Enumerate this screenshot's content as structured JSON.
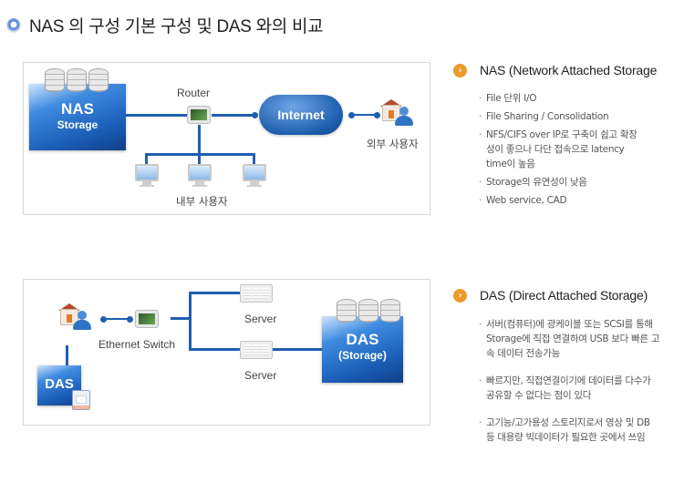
{
  "page": {
    "title": "NAS 의 구성 기본 구성 및 DAS 와의 비교"
  },
  "nas_diagram": {
    "storage_main": "NAS",
    "storage_sub": "Storage",
    "router_label": "Router",
    "cloud_label": "Internet",
    "external_users_label": "외부 사용자",
    "internal_users_label": "내부 사용자",
    "line_color": "#1f5fb0"
  },
  "das_diagram": {
    "switch_label": "Ethernet Switch",
    "server_top_label": "Server",
    "server_bottom_label": "Server",
    "client_das_label": "DAS",
    "storage_main": "DAS",
    "storage_sub": "(Storage)"
  },
  "nas_info": {
    "heading": "NAS (Network Attached Storage",
    "items": [
      "File 단위 I/O",
      "File Sharing / Consolidation",
      "NFS/CIFS over IP로 구축이 쉽고 확장성이 좋으나 다단 접속으로 latency time이 높음",
      "Storage의 유연성이 낮음",
      "Web service, CAD"
    ]
  },
  "das_info": {
    "heading": "DAS (Direct Attached Storage)",
    "items": [
      "서버(컴퓨터)에 광케이블 또는 SCSI를 통해 Storage에 직접 연결하여 USB 보다 빠른 고속 데이터 전송가능",
      "빠르지만, 직접연결이기에 데이터를 다수가 공유할 수 없다는 점이 있다",
      "고기능/고가용성 스토리지로서 영상 및 DB등 대용량 빅데이터가 필요한 곳에서 쓰임"
    ]
  },
  "colors": {
    "accent_orange": "#ec9a2a",
    "diagram_blue": "#1f5fb0"
  }
}
